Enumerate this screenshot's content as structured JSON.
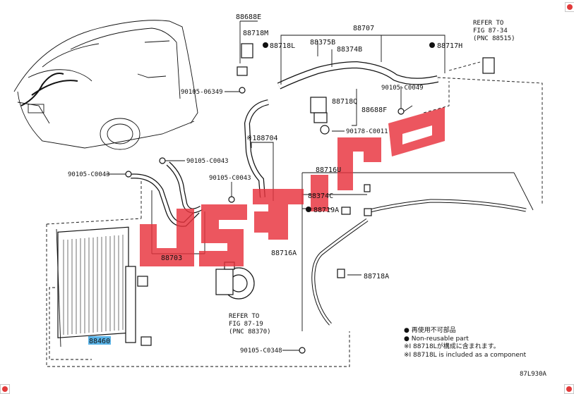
{
  "diagram": {
    "code": "87L930A",
    "labels": {
      "p88688E": "88688E",
      "p88718M": "88718M",
      "p88718L": "88718L",
      "p88375B": "88375B",
      "p88707": "88707",
      "p88374B": "88374B",
      "p88717H": "88717H",
      "ref_fig34_l1": "REFER TO",
      "ref_fig34_l2": "FIG 87-34",
      "ref_fig34_l3": "(PNC 88515)",
      "b90105_06349": "90105-06349",
      "b90105_C0049": "90105-C0049",
      "p88718Q": "88718Q",
      "p88688F": "88688F",
      "b90178_C0011": "90178-C0011",
      "p88704": "※188704",
      "b90105_C0043_top": "90105-C0043",
      "b90105_C0043_left": "90105-C0043",
      "b90105_C0043_mid": "90105-C0043",
      "p88716U": "88716U",
      "p88374C": "88374C",
      "p88719A": "88719A",
      "p88703": "88703",
      "p88716A": "88716A",
      "p88718A": "88718A",
      "ref_fig19_l1": "REFER TO",
      "ref_fig19_l2": "FIG 87-19",
      "ref_fig19_l3": "(PNC 88370)",
      "p88460": "88460",
      "b90105_C0348": "90105-C0348"
    }
  },
  "notes": {
    "line1": "再使用不可部品",
    "line2": "Non-reusable part",
    "line3": "※I 88718Lが構成に含まれます。",
    "line4": "※I 88718L is included as a component"
  },
  "watermark": {
    "color": "#e8323c"
  },
  "highlight_color": "#5ab4e8"
}
